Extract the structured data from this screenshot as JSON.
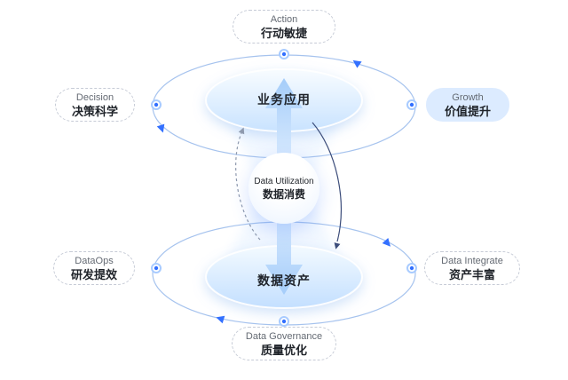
{
  "diagram": {
    "center_node": {
      "en": "Data Utilization",
      "zh": "数据消费"
    },
    "top_node": {
      "zh": "业务应用"
    },
    "bottom_node": {
      "zh": "数据资产"
    },
    "pills": {
      "action": {
        "en": "Action",
        "zh": "行动敏捷"
      },
      "decision": {
        "en": "Decision",
        "zh": "决策科学"
      },
      "growth": {
        "en": "Growth",
        "zh": "价值提升"
      },
      "dataops": {
        "en": "DataOps",
        "zh": "研发提效"
      },
      "data_integrate": {
        "en": "Data Integrate",
        "zh": "资产丰富"
      },
      "data_governance": {
        "en": "Data Governance",
        "zh": "质量优化"
      }
    },
    "colors": {
      "accent_blue": "#3370FF",
      "orbit_stroke": "#A6C3EE",
      "pill_border": "#C6CBD6",
      "growth_pill_bg": "#DCEBFF",
      "ellipse_fill_light": "#F8FCFF",
      "ellipse_fill_deep": "#C9E3FF",
      "text_primary": "#1F2329",
      "text_secondary": "#646A73"
    }
  }
}
